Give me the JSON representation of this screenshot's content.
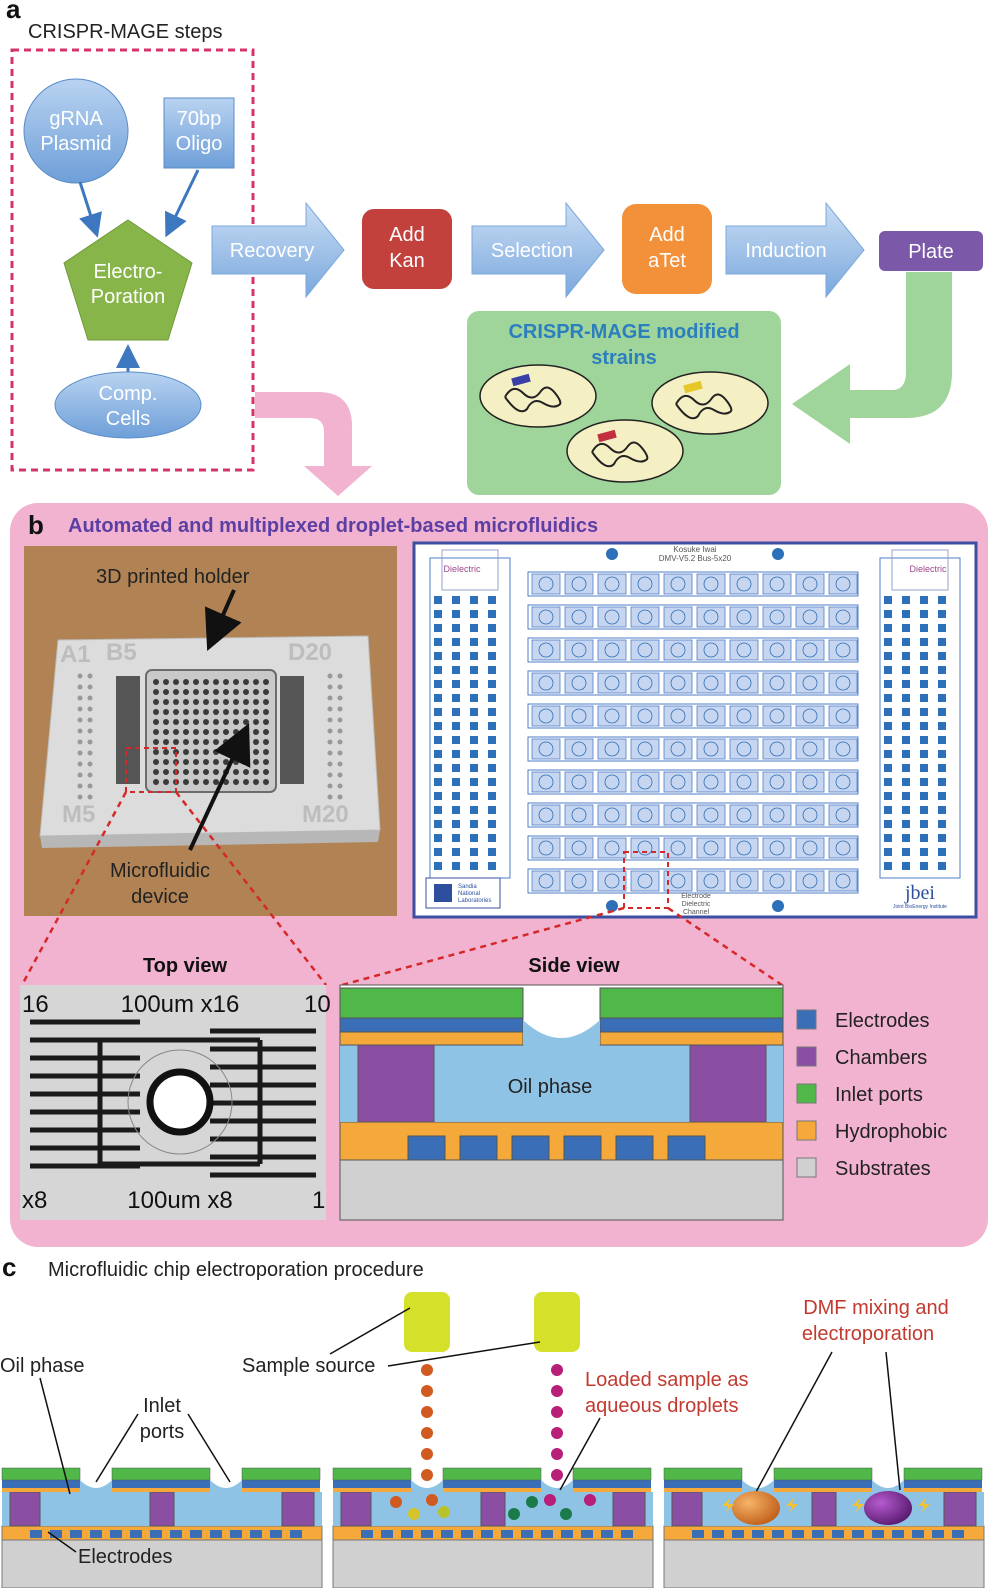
{
  "panel_a": {
    "letter": "a",
    "steps_title": "CRISPR-MAGE steps",
    "grna_line1": "gRNA",
    "grna_line2": "Plasmid",
    "oligo_line1": "70bp",
    "oligo_line2": "Oligo",
    "electro_line1": "Electro-",
    "electro_line2": "Poration",
    "comp_line1": "Comp.",
    "comp_line2": "Cells",
    "recovery": "Recovery",
    "addkan_line1": "Add",
    "addkan_line2": "Kan",
    "selection": "Selection",
    "addatet_line1": "Add",
    "addatet_line2": "aTet",
    "induction": "Induction",
    "plate": "Plate",
    "strains_line1": "CRISPR-MAGE modified",
    "strains_line2": "strains"
  },
  "panel_b": {
    "letter": "b",
    "title": "Automated and multiplexed droplet-based microfluidics",
    "photo": {
      "holder_label": "3D printed holder",
      "device_line1": "Microfluidic",
      "device_line2": "device",
      "corner_a1": "A1",
      "corner_b5": "B5",
      "corner_d20": "D20",
      "corner_m5": "M5",
      "corner_m20": "M20"
    },
    "layout": {
      "author": "Kosuke Iwai",
      "version": "DMV-V5.2 Bus-5x20",
      "dielectric_left": "Dielectric",
      "dielectric_right": "Dielectric",
      "electrode_note_1": "Electrode",
      "electrode_note_2": "Dielectric",
      "electrode_note_3": "Channel",
      "logo_left_1": "Sandia",
      "logo_left_2": "National",
      "logo_left_3": "Laboratories",
      "logo_right": "jbei",
      "logo_right_sub": "Joint BioEnergy Institute"
    },
    "top_view": {
      "title": "Top view",
      "label_top_left": "16",
      "label_top": "100um x16",
      "label_top_right": "10",
      "label_bottom_left": "x8",
      "label_bottom": "100um x8",
      "label_bottom_right": "1"
    },
    "side_view": {
      "title": "Side view",
      "oil_phase": "Oil phase"
    },
    "legend": [
      {
        "label": "Electrodes",
        "color": "#3a6fb8"
      },
      {
        "label": "Chambers",
        "color": "#8a4fa3"
      },
      {
        "label": "Inlet ports",
        "color": "#4fb848"
      },
      {
        "label": "Hydrophobic",
        "color": "#f5a93a"
      },
      {
        "label": "Substrates",
        "color": "#d0d0d0"
      }
    ]
  },
  "panel_c": {
    "letter": "c",
    "title": "Microfluidic chip electroporation procedure",
    "oil_phase": "Oil phase",
    "inlet_line1": "Inlet",
    "inlet_line2": "ports",
    "electrodes": "Electrodes",
    "sample_source": "Sample source",
    "loaded_line1": "Loaded sample as",
    "loaded_line2": "aqueous droplets",
    "dmf_line1": "DMF mixing and",
    "dmf_line2": "electroporation"
  },
  "colors": {
    "blue_fill": "#8ab4e3",
    "red_box": "#c2413c",
    "orange_box": "#f2913a",
    "purple_box": "#7b58a8",
    "green_pent": "#87b54a",
    "pink_bg": "#f2b3d1",
    "green_bg": "#9fd49b",
    "dash_border": "#d6336c",
    "title_blue": "#2c7fbf",
    "title_purple": "#5b3fa3"
  }
}
